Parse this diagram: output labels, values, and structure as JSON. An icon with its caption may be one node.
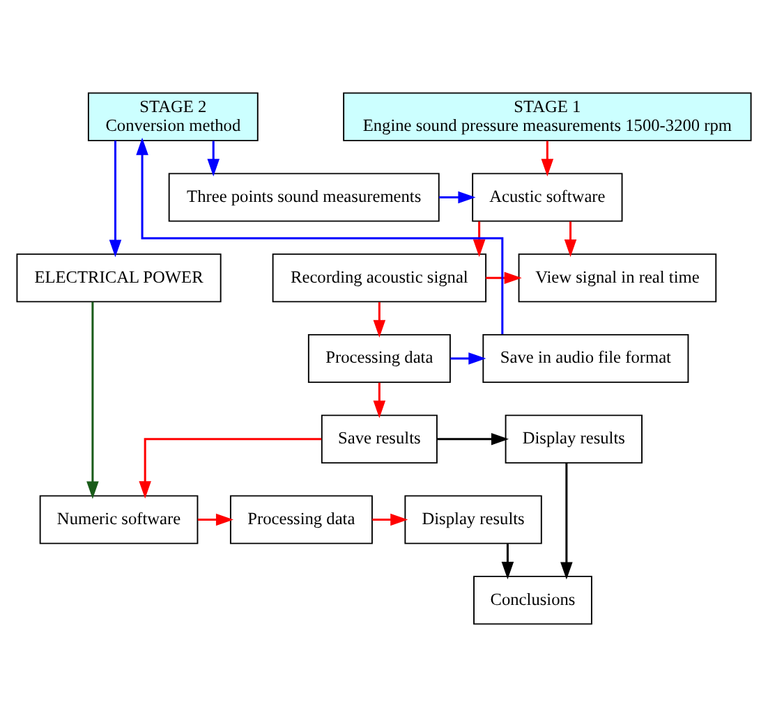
{
  "diagram": {
    "nodes": [
      {
        "text": [
          "STAGE 1",
          "Engine sound pressure measurements 1500-3200 rpm"
        ]
      },
      {
        "text": [
          "STAGE 2",
          "Conversion method"
        ]
      },
      {
        "text": [
          "Acustic software"
        ]
      },
      {
        "text": [
          "Three points sound measurements"
        ]
      },
      {
        "text": [
          "Recording acoustic signal"
        ]
      },
      {
        "text": [
          "View signal in real time"
        ]
      },
      {
        "text": [
          "ELECTRICAL POWER"
        ]
      },
      {
        "text": [
          "Processing data"
        ]
      },
      {
        "text": [
          "Save in audio file format"
        ]
      },
      {
        "text": [
          "Save results"
        ]
      },
      {
        "text": [
          "Display results"
        ]
      },
      {
        "text": [
          "Numeric software"
        ]
      },
      {
        "text": [
          "Processing data"
        ]
      },
      {
        "text": [
          "Display results"
        ]
      },
      {
        "text": [
          "Conclusions"
        ]
      }
    ],
    "edges": [
      {
        "from": 0,
        "to": 2,
        "arrow": "to"
      },
      {
        "from": 1,
        "to": 3,
        "arrow": "to",
        "color": "#0000ff"
      },
      {
        "from": 3,
        "to": 2,
        "arrow": "to",
        "color": "#0000ff"
      },
      {
        "from": 2,
        "to": 4,
        "arrow": "to"
      },
      {
        "from": 2,
        "to": 5,
        "arrow": "to"
      },
      {
        "from": 4,
        "to": 5,
        "arrow": "to"
      },
      {
        "from": 1,
        "to": 6,
        "arrow": "to",
        "color": "#0000ff"
      },
      {
        "from": 4,
        "to": 7,
        "arrow": "to"
      },
      {
        "from": 6,
        "to": 11,
        "arrow": "to",
        "color": "#1a5c1a"
      },
      {
        "from": 7,
        "to": 8,
        "arrow": "to",
        "color": "#0000ff"
      },
      {
        "from": 8,
        "to": 1,
        "arrow": "to",
        "color": "#0000ff"
      },
      {
        "from": 7,
        "to": 9,
        "arrow": "to"
      },
      {
        "from": 9,
        "to": 10,
        "arrow": "to",
        "color": "#000000"
      },
      {
        "from": 9,
        "to": 11,
        "arrow": "to"
      },
      {
        "from": 11,
        "to": 12,
        "arrow": "to"
      },
      {
        "from": 12,
        "to": 13,
        "arrow": "to"
      },
      {
        "from": 13,
        "to": 14,
        "arrow": "to",
        "color": "#000000"
      },
      {
        "from": 10,
        "to": 14,
        "arrow": "to",
        "color": "#000000"
      }
    ]
  }
}
